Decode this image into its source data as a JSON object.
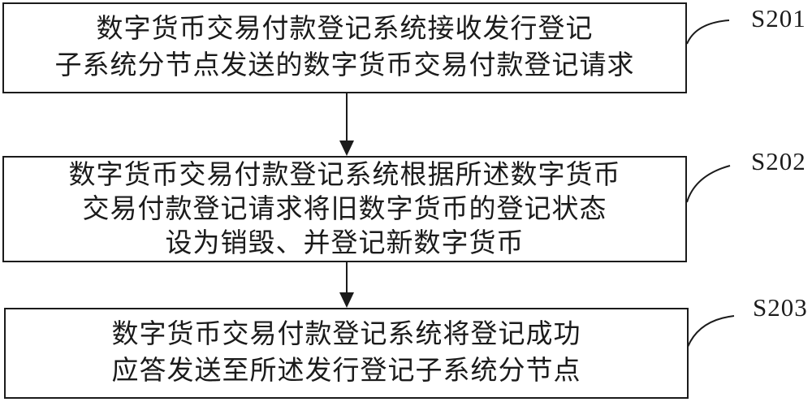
{
  "figure": {
    "type": "flowchart",
    "colors": {
      "line": "#1b1b1b",
      "text": "#1b1b1b",
      "background": "#ffffff"
    },
    "steps": [
      {
        "id": "S201",
        "lines": [
          "数字货币交易付款登记系统接收发行登记",
          "子系统分节点发送的数字货币交易付款登记请求"
        ]
      },
      {
        "id": "S202",
        "lines": [
          "数字货币交易付款登记系统根据所述数字货币",
          "交易付款登记请求将旧数字货币的登记状态",
          "设为销毁、并登记新数字货币"
        ]
      },
      {
        "id": "S203",
        "lines": [
          "数字货币交易付款登记系统将登记成功",
          "应答发送至所述发行登记子系统分节点"
        ]
      }
    ]
  }
}
